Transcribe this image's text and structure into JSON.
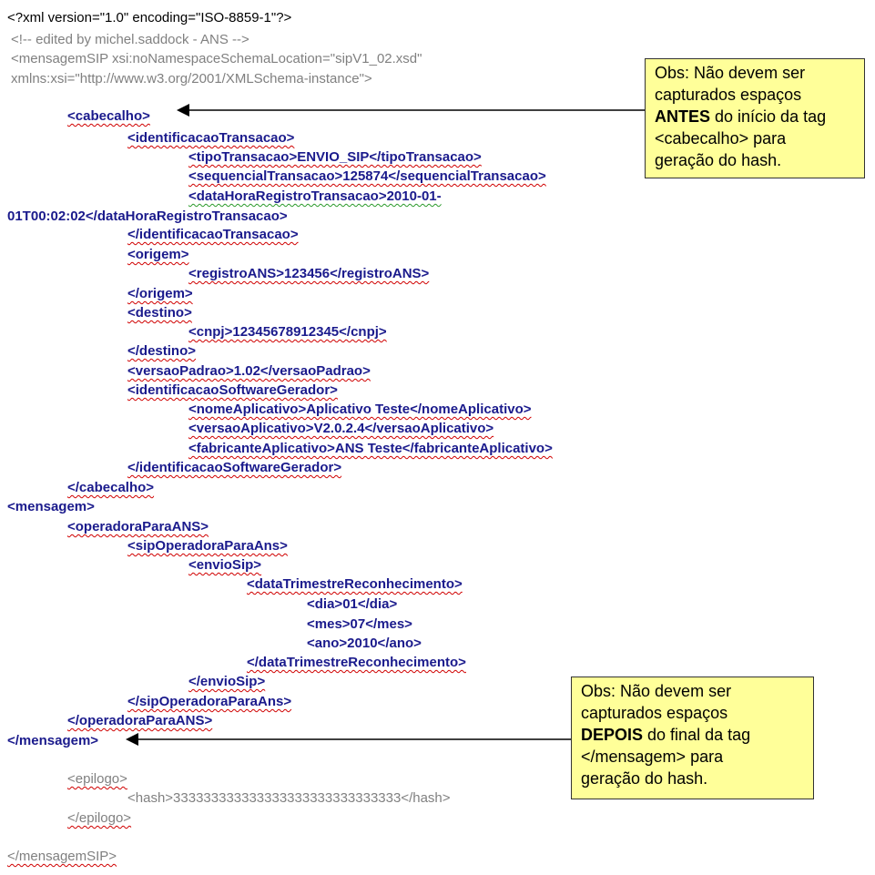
{
  "xml": {
    "declaration": "<?xml version=\"1.0\" encoding=\"ISO-8859-1\"?>",
    "comment": "<!-- edited by michel.saddock - ANS -->",
    "root_open_1": "<mensagemSIP xsi:noNamespaceSchemaLocation=\"sipV1_02.xsd\"",
    "root_open_2": "xmlns:xsi=\"http://www.w3.org/2001/XMLSchema-instance\">",
    "cabecalho_open": "<cabecalho>",
    "identificacaoTransacao_open": "<identificacaoTransacao>",
    "tipoTransacao": "<tipoTransacao>ENVIO_SIP</tipoTransacao>",
    "sequencialTransacao": "<sequencialTransacao>125874</sequencialTransacao>",
    "dataHora_1": "<dataHoraRegistroTransacao>2010-01-",
    "dataHora_2": "01T00:02:02</dataHoraRegistroTransacao>",
    "identificacaoTransacao_close": "</identificacaoTransacao>",
    "origem_open": "<origem>",
    "registroANS": "<registroANS>123456</registroANS>",
    "origem_close": "</origem>",
    "destino_open": "<destino>",
    "cnpj": "<cnpj>12345678912345</cnpj>",
    "destino_close": "</destino>",
    "versaoPadrao": "<versaoPadrao>1.02</versaoPadrao>",
    "identSoftware_open": "<identificacaoSoftwareGerador>",
    "nomeAplicativo": "<nomeAplicativo>Aplicativo Teste</nomeAplicativo>",
    "versaoAplicativo": "<versaoAplicativo>V2.0.2.4</versaoAplicativo>",
    "fabricanteAplicativo": "<fabricanteAplicativo>ANS Teste</fabricanteAplicativo>",
    "identSoftware_close": "</identificacaoSoftwareGerador>",
    "cabecalho_close": "</cabecalho>",
    "mensagem_open": "<mensagem>",
    "operadoraParaANS_open": "<operadoraParaANS>",
    "sipOperadora_open": "<sipOperadoraParaAns>",
    "envioSip_open": "<envioSip>",
    "dataTrimestre_open": "<dataTrimestreReconhecimento>",
    "dia": "<dia>01</dia>",
    "mes": "<mes>07</mes>",
    "ano": "<ano>2010</ano>",
    "dataTrimestre_close": "</dataTrimestreReconhecimento>",
    "envioSip_close": "</envioSip>",
    "sipOperadora_close": "</sipOperadoraParaAns>",
    "operadoraParaANS_close": "</operadoraParaANS>",
    "mensagem_close": "</mensagem>",
    "epilogo_open": "<epilogo>",
    "hash": "<hash>333333333333333333333333333333</hash>",
    "epilogo_close": "</epilogo>",
    "root_close": "</mensagemSIP>"
  },
  "notes": {
    "top": {
      "line1": "Obs: Não devem ser",
      "line2": "capturados espaços",
      "bold": "ANTES",
      "line3_rest": " do início da tag",
      "line4": "<cabecalho> para",
      "line5": "geração do hash."
    },
    "bottom": {
      "line1": "Obs: Não devem ser",
      "line2": "capturados espaços",
      "bold": "DEPOIS",
      "line3_rest": " do final da tag",
      "line4": "</mensagem> para",
      "line5": "geração do hash."
    }
  },
  "colors": {
    "tag_blue": "#1a1a8c",
    "gray_text": "#808080",
    "note_bg": "#ffff99",
    "spell_underline": "#d00000"
  }
}
